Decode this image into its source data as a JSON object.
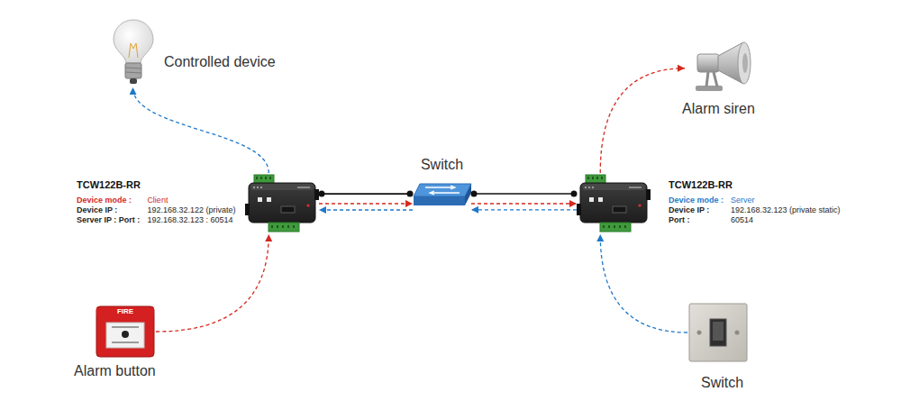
{
  "diagram": {
    "nodes": [
      {
        "text": [
          "Controlled device"
        ]
      },
      {
        "text": [
          "Alarm siren"
        ]
      },
      {
        "text": [
          "TCW122B-RR",
          "Device mode :",
          "Client",
          "Device IP :",
          "192.168.32.122 (private)",
          "Server IP : Port :",
          "192.168.32.123 : 60514"
        ]
      },
      {
        "text": [
          "Switch"
        ]
      },
      {
        "text": [
          "TCW122B-RR",
          "Device mode :",
          "Server",
          "Device IP :",
          "192.168.32.123 (private static)",
          "Port :",
          "60514"
        ]
      },
      {
        "text": [
          "Alarm button"
        ]
      },
      {
        "text": [
          "Switch"
        ]
      }
    ],
    "edges": [
      {
        "from": 5,
        "to": 2,
        "arrow": "to"
      },
      {
        "from": 2,
        "to": 0,
        "arrow": "to"
      },
      {
        "from": 2,
        "to": 3,
        "arrow": "none"
      },
      {
        "from": 3,
        "to": 4,
        "arrow": "none"
      },
      {
        "from": 2,
        "to": 3,
        "arrow": "to"
      },
      {
        "from": 3,
        "to": 4,
        "arrow": "to"
      },
      {
        "from": 4,
        "to": 3,
        "arrow": "to"
      },
      {
        "from": 3,
        "to": 2,
        "arrow": "to"
      },
      {
        "from": 4,
        "to": 1,
        "arrow": "to"
      },
      {
        "from": 6,
        "to": 4,
        "arrow": "to"
      }
    ],
    "labels": [
      "FIRE"
    ]
  }
}
